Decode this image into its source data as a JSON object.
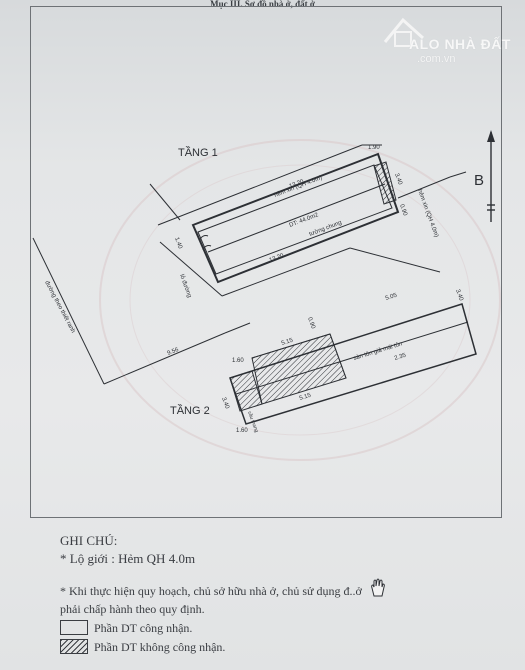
{
  "header": {
    "title": "Mục III. Sơ đồ nhà ở, đất ở"
  },
  "watermark": {
    "name": "ALO NHÀ ĐẤT",
    "domain": ".com.vn"
  },
  "drawing": {
    "floor1_label": "TẦNG 1",
    "floor2_label": "TẦNG 2",
    "north_label": "B",
    "alley_top": "hẻm xin (QH 4.0m)",
    "alley_right": "hẻm xin (QH 4.0m)",
    "area_label": "DT: 44.0m2",
    "common_wall": "tường chung",
    "alley_left": "lỏ đường",
    "road_left": "đường theo thiết ranh",
    "dim_top": "13.20",
    "dim_mid": "13.20",
    "dim_right_a": "1.90",
    "dim_right_b": "3.40",
    "dim_right_c": "0.90",
    "dim_left": "1.40",
    "dim_bottom": "9.56",
    "dim_f2_top": "5.05",
    "dim_f2_mid": "5.15",
    "dim_f2_low": "5.15",
    "dim_f2_bottom": "2.35",
    "dim_f2_right": "3.40",
    "dim_f2_left_a": "1.60",
    "dim_f2_left_b": "1.60",
    "dim_f2_left_c": "3.40",
    "dim_f2_short": "0.90",
    "roof_label": "sàn tôn giả mái tôn",
    "stairs_label": "cầu thang"
  },
  "notes": {
    "title": "GHI CHÚ:",
    "lot_line": "* Lộ giới : Hẻm   QH  4.0m",
    "plan_line1": "* Khi thực hiện quy hoạch, chủ sở hữu nhà ở, chủ sử dụng đ..ở",
    "plan_line2": "phải chấp  hành theo quy định.",
    "legend_recognized": "Phần DT công nhận.",
    "legend_not_recognized": "Phần DT không công nhận."
  }
}
